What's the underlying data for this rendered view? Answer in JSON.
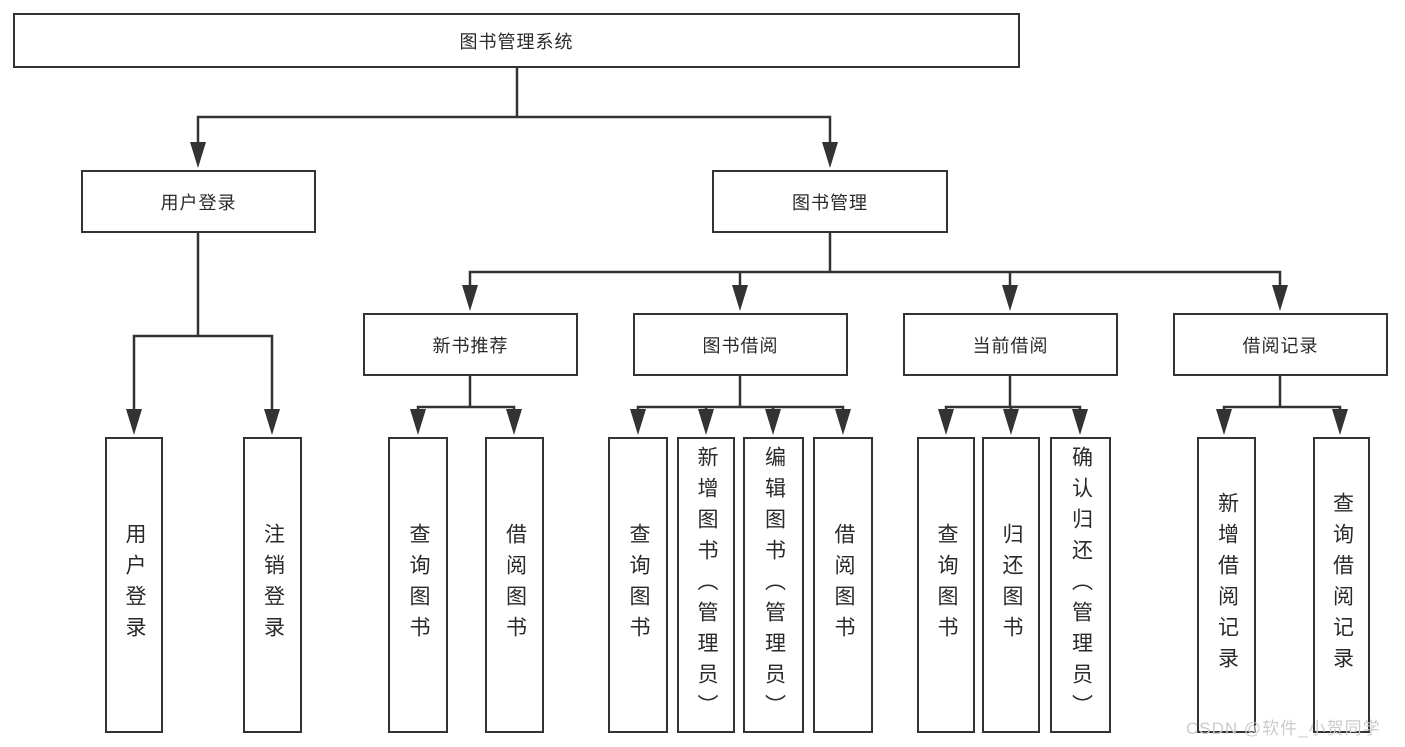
{
  "diagram": {
    "root": "图书管理系统",
    "branches": [
      {
        "label": "用户登录",
        "children": [
          "用户登录",
          "注销登录"
        ]
      },
      {
        "label": "图书管理",
        "children": [
          {
            "label": "新书推荐",
            "children": [
              "查询图书",
              "借阅图书"
            ]
          },
          {
            "label": "图书借阅",
            "children": [
              "查询图书",
              "新增图书（管理员）",
              "编辑图书（管理员）",
              "借阅图书"
            ]
          },
          {
            "label": "当前借阅",
            "children": [
              "查询图书",
              "归还图书",
              "确认归还（管理员）"
            ]
          },
          {
            "label": "借阅记录",
            "children": [
              "新增借阅记录",
              "查询借阅记录"
            ]
          }
        ]
      }
    ]
  },
  "watermark": "CSDN @软件_小贺同学",
  "colors": {
    "line": "#333333",
    "text": "#2a2a2a",
    "watermark": "#cbcbcb",
    "background": "#ffffff"
  }
}
